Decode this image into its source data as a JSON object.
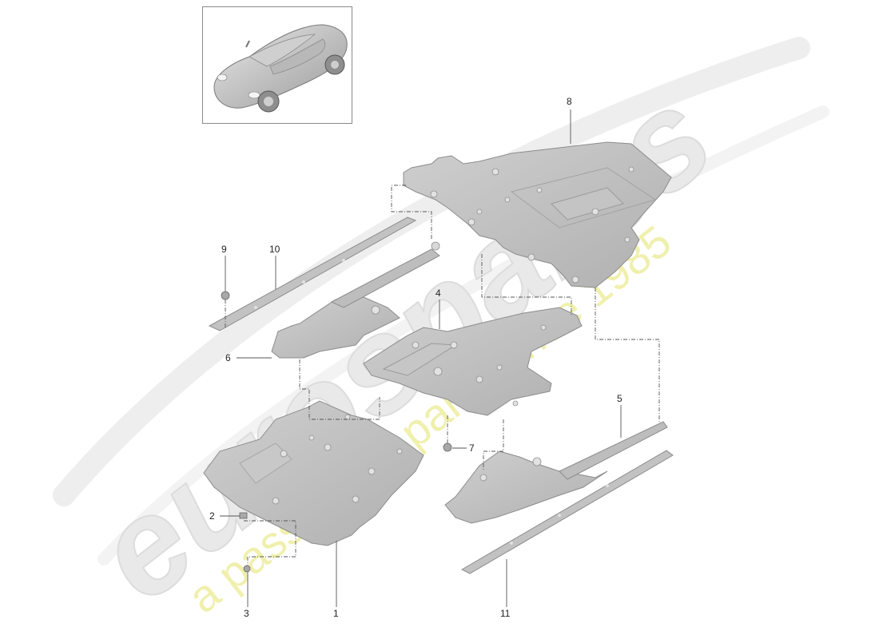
{
  "diagram": {
    "type": "exploded-parts-diagram",
    "subject": "underbody panels",
    "thumbnail": {
      "label": "car-overview",
      "icon": "car-icon"
    },
    "watermark": {
      "brand": "eurospares",
      "tagline": "a passion for parts since 1985",
      "brand_color": "#e6e6e6",
      "tagline_color": "#eded9a"
    },
    "colors": {
      "part_fill": "#bcbcbc",
      "part_edge": "#8c8c8c",
      "part_highlight": "#d2d2d2",
      "hole_fill": "#e4e4e4",
      "leader_line": "#555555",
      "label_text": "#222222"
    },
    "callouts": [
      {
        "id": "1",
        "label": "1"
      },
      {
        "id": "2",
        "label": "2"
      },
      {
        "id": "3",
        "label": "3"
      },
      {
        "id": "4",
        "label": "4"
      },
      {
        "id": "5",
        "label": "5"
      },
      {
        "id": "6",
        "label": "6"
      },
      {
        "id": "7",
        "label": "7"
      },
      {
        "id": "8",
        "label": "8"
      },
      {
        "id": "9",
        "label": "9"
      },
      {
        "id": "10",
        "label": "10"
      },
      {
        "id": "11",
        "label": "11"
      }
    ]
  }
}
